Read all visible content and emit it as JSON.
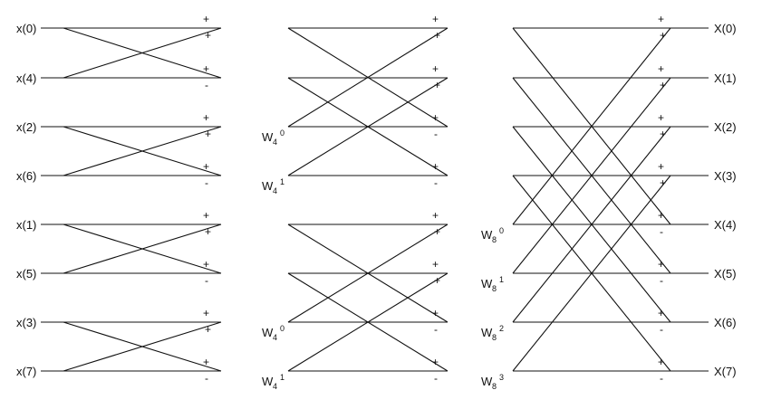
{
  "inputs": [
    "x(0)",
    "x(4)",
    "x(2)",
    "x(6)",
    "x(1)",
    "x(5)",
    "x(3)",
    "x(7)"
  ],
  "outputs": [
    "X(0)",
    "X(1)",
    "X(2)",
    "X(3)",
    "X(4)",
    "X(5)",
    "X(6)",
    "X(7)"
  ],
  "stage1": {
    "signs": [
      [
        "+",
        "+"
      ],
      [
        "+",
        "-"
      ],
      [
        "+",
        "+"
      ],
      [
        "+",
        "-"
      ],
      [
        "+",
        "+"
      ],
      [
        "+",
        "-"
      ],
      [
        "+",
        "+"
      ],
      [
        "+",
        "-"
      ]
    ]
  },
  "stage2": {
    "signs": [
      [
        "+",
        "+"
      ],
      [
        "+",
        "+"
      ],
      [
        "+",
        "-"
      ],
      [
        "+",
        "-"
      ],
      [
        "+",
        "+"
      ],
      [
        "+",
        "+"
      ],
      [
        "+",
        "-"
      ],
      [
        "+",
        "-"
      ]
    ],
    "twiddles": [
      {
        "base": "W",
        "sub": "4",
        "sup": "0"
      },
      {
        "base": "W",
        "sub": "4",
        "sup": "1"
      },
      {
        "base": "W",
        "sub": "4",
        "sup": "0"
      },
      {
        "base": "W",
        "sub": "4",
        "sup": "1"
      }
    ]
  },
  "stage3": {
    "signs": [
      [
        "+",
        "+"
      ],
      [
        "+",
        "+"
      ],
      [
        "+",
        "+"
      ],
      [
        "+",
        "+"
      ],
      [
        "+",
        "-"
      ],
      [
        "+",
        "-"
      ],
      [
        "+",
        "-"
      ],
      [
        "+",
        "-"
      ]
    ],
    "twiddles": [
      {
        "base": "W",
        "sub": "8",
        "sup": "0"
      },
      {
        "base": "W",
        "sub": "8",
        "sup": "1"
      },
      {
        "base": "W",
        "sub": "8",
        "sup": "2"
      },
      {
        "base": "W",
        "sub": "8",
        "sup": "3"
      }
    ]
  }
}
